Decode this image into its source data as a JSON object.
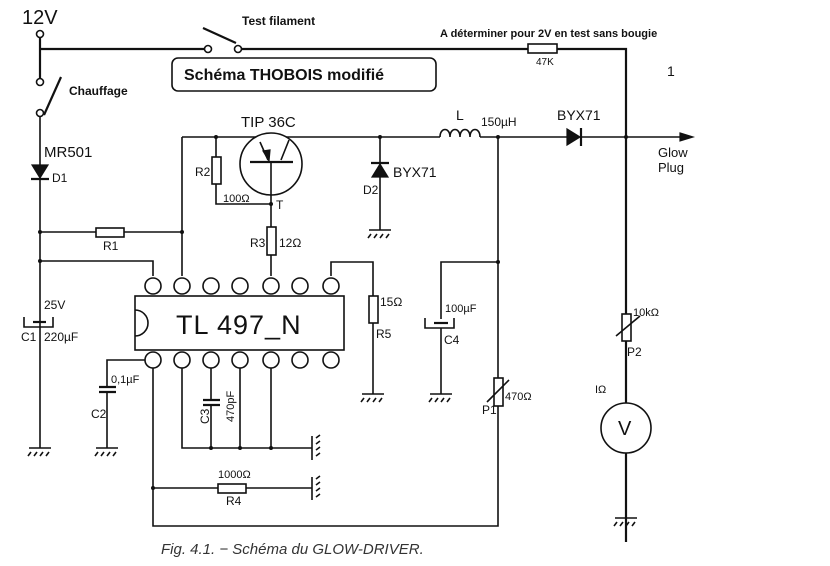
{
  "title_box": "Schéma THOBOIS modifié",
  "supply_label": "12V",
  "switches": {
    "test": "Test filament",
    "heating": "Chauffage"
  },
  "note": "A déterminer pour 2V en test sans bougie",
  "page_marker": "1",
  "components": {
    "D1": {
      "ref": "D1",
      "part": "MR501"
    },
    "R1": {
      "ref": "R1"
    },
    "R2": {
      "ref": "R2",
      "value": "100Ω"
    },
    "R3": {
      "ref": "R3",
      "value": "12Ω"
    },
    "R4": {
      "ref": "R4",
      "value": "1000Ω"
    },
    "R5": {
      "ref": "R5",
      "value": "15Ω"
    },
    "R47k": {
      "value": "47K"
    },
    "C1": {
      "ref": "C1",
      "value": "220µF",
      "voltage": "25V"
    },
    "C2": {
      "ref": "C2",
      "value": "0,1µF"
    },
    "C3": {
      "ref": "C3",
      "value": "470pF"
    },
    "C4": {
      "ref": "C4",
      "value": "100µF"
    },
    "T": {
      "ref": "T",
      "part": "TIP 36C"
    },
    "D2": {
      "ref": "D2",
      "part": "BYX71"
    },
    "D3": {
      "part": "BYX71"
    },
    "L": {
      "ref": "L",
      "value": "150µH"
    },
    "P1": {
      "ref": "P1",
      "value": "470Ω"
    },
    "P2": {
      "ref": "P2",
      "value": "10kΩ"
    },
    "IC": {
      "part": "TL 497_N"
    },
    "meter": {
      "symbol": "V",
      "note": "IΩ"
    }
  },
  "output_label": [
    "Glow",
    "Plug"
  ],
  "caption": "Fig. 4.1. − Schéma du GLOW-DRIVER."
}
